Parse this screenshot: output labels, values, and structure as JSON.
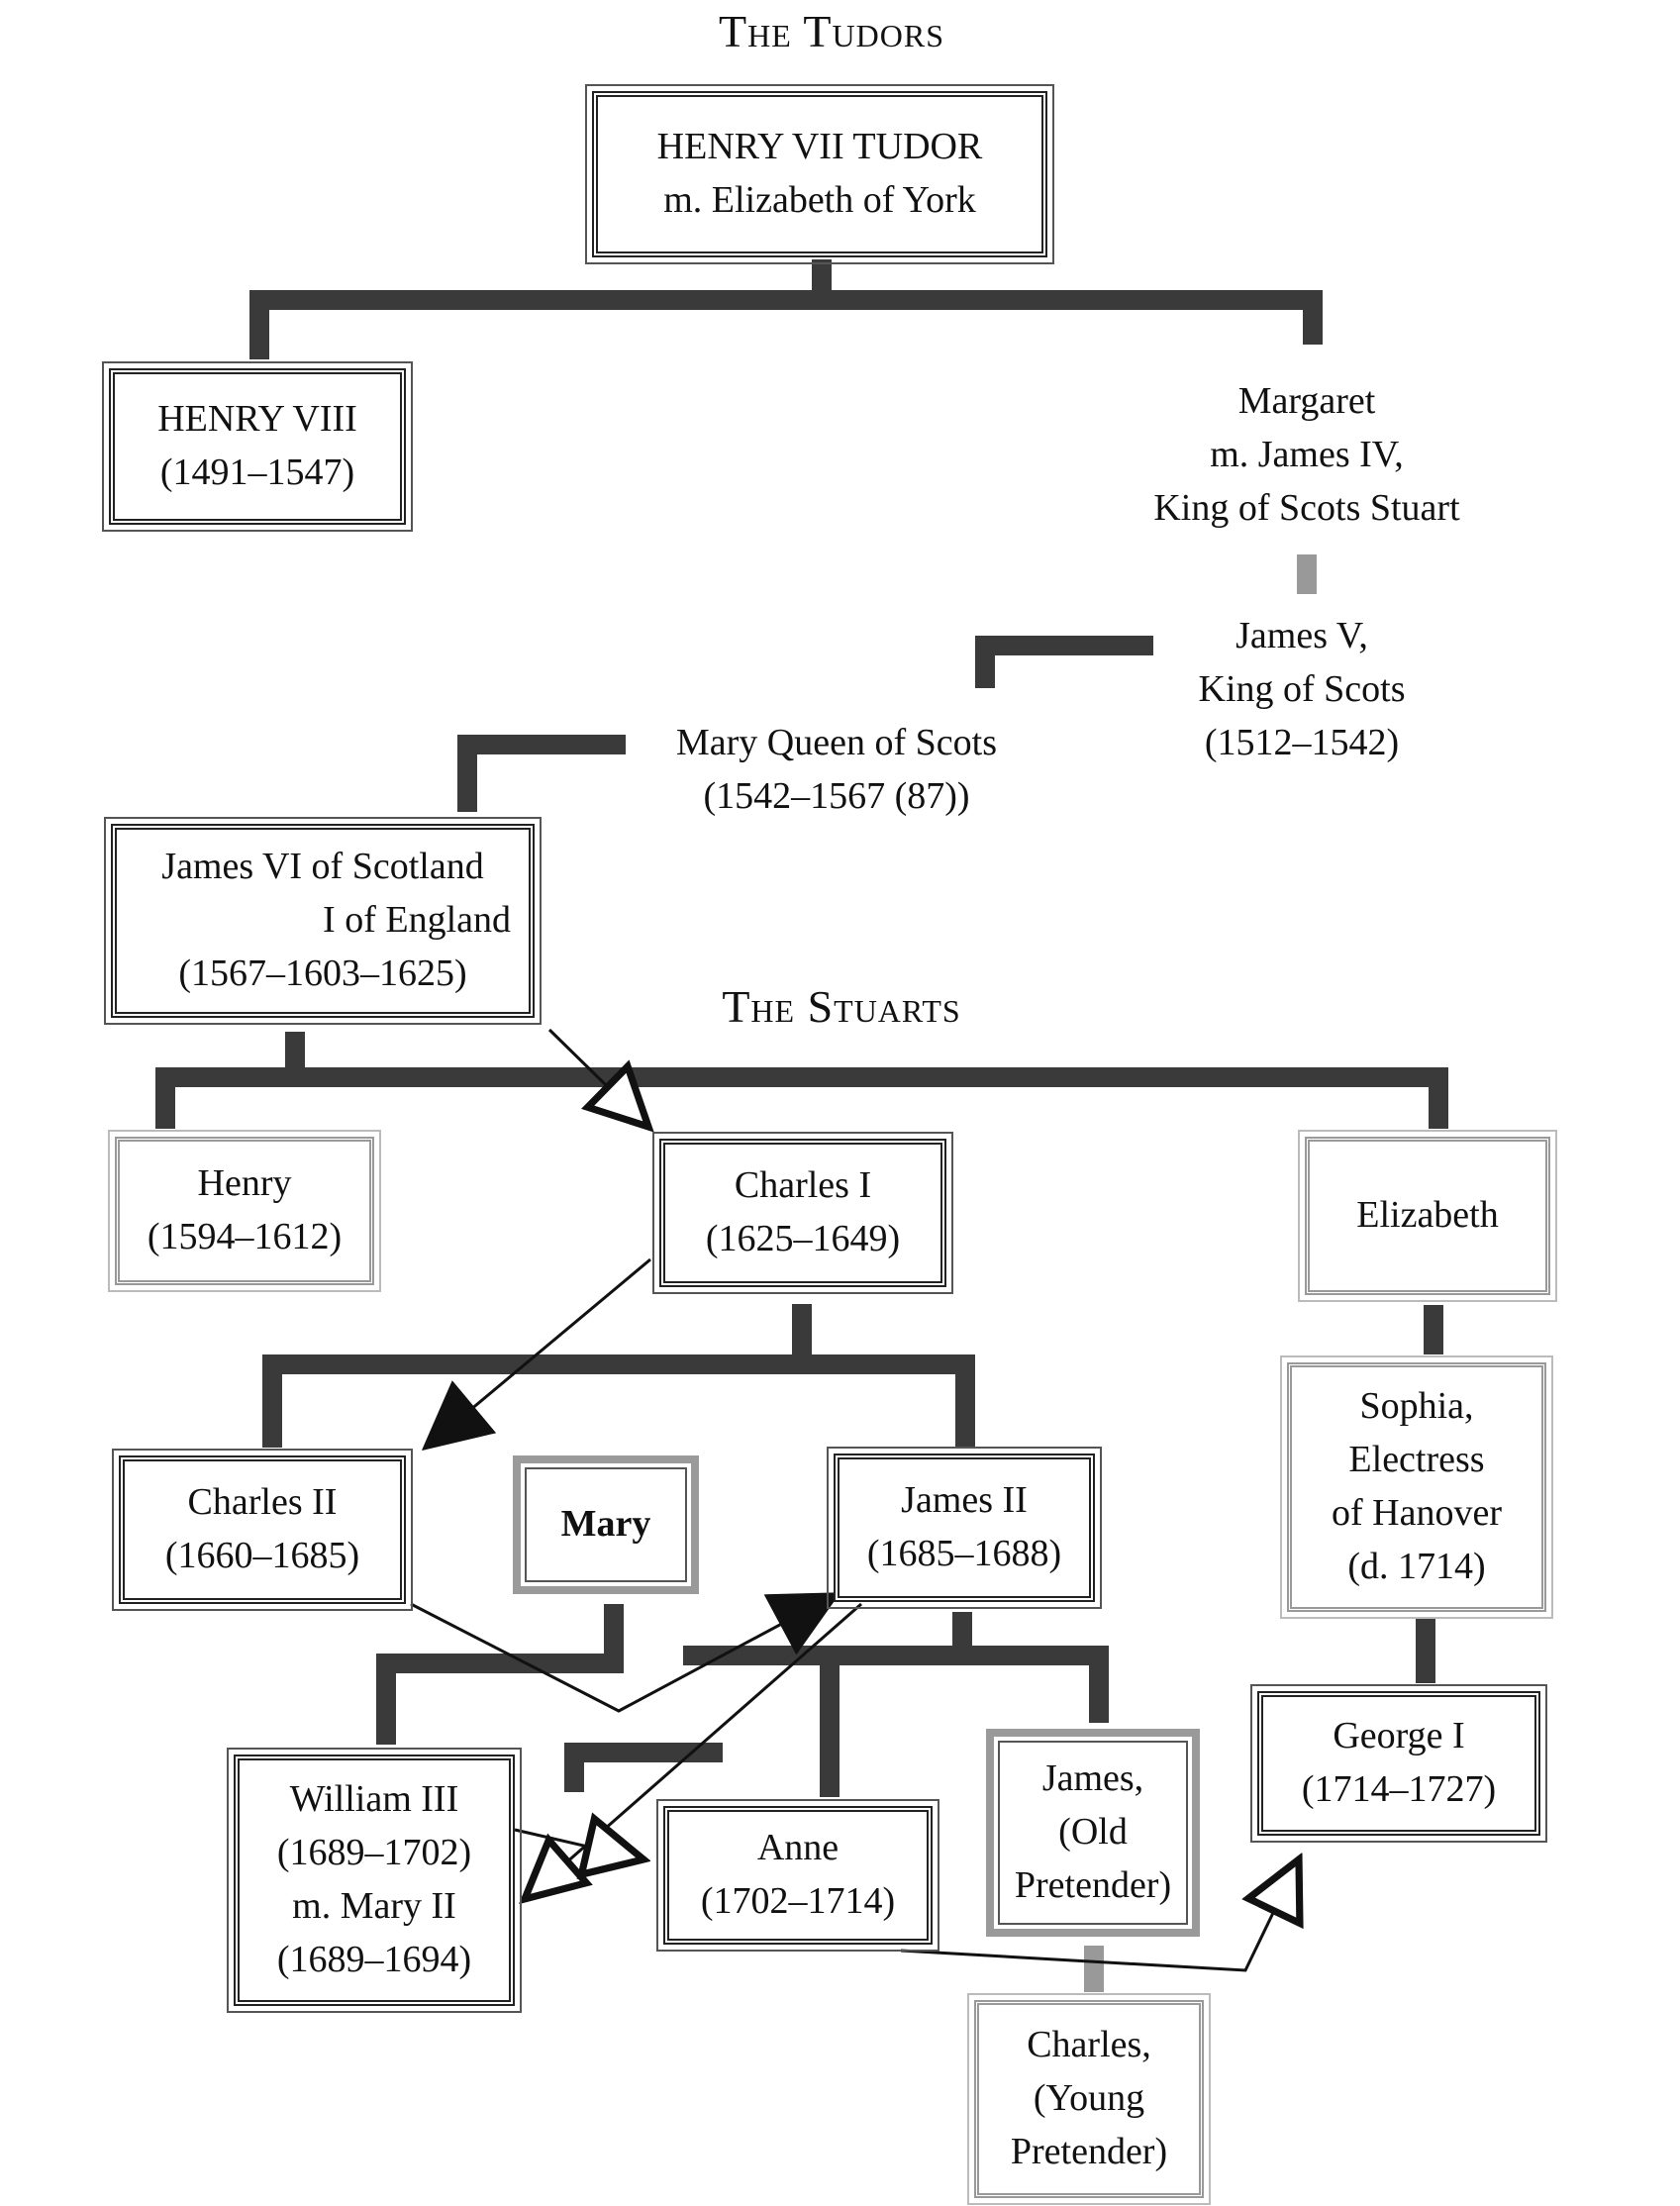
{
  "titles": {
    "tudors": "The Tudors",
    "stuarts": "The Stuarts"
  },
  "nodes": {
    "henry_vii": [
      "HENRY VII TUDOR",
      "m. Elizabeth of York"
    ],
    "henry_viii": [
      "HENRY VIII",
      "(1491–1547)"
    ],
    "margaret": [
      "Margaret",
      "m. James IV,",
      "King of Scots Stuart"
    ],
    "james_v": [
      "James V,",
      "King of Scots",
      "(1512–1542)"
    ],
    "mary_qos": [
      "Mary Queen of Scots",
      "(1542–1567 (87))"
    ],
    "james_vi": [
      "James VI of Scotland",
      "I of England",
      "(1567–1603–1625)"
    ],
    "henry": [
      "Henry",
      "(1594–1612)"
    ],
    "charles_i": [
      "Charles I",
      "(1625–1649)"
    ],
    "elizabeth": [
      "Elizabeth"
    ],
    "sophia": [
      "Sophia,",
      "Electress",
      "of Hanover",
      "(d. 1714)"
    ],
    "charles_ii": [
      "Charles II",
      "(1660–1685)"
    ],
    "mary": [
      "Mary"
    ],
    "james_ii": [
      "James II",
      "(1685–1688)"
    ],
    "george_i": [
      "George I",
      "(1714–1727)"
    ],
    "william_iii": [
      "William III",
      "(1689–1702)",
      "m. Mary II",
      "(1689–1694)"
    ],
    "anne": [
      "Anne",
      "(1702–1714)"
    ],
    "old_pretender": [
      "James,",
      "(Old",
      "Pretender)"
    ],
    "young_pretender": [
      "Charles,",
      "(Young",
      "Pretender)"
    ]
  }
}
